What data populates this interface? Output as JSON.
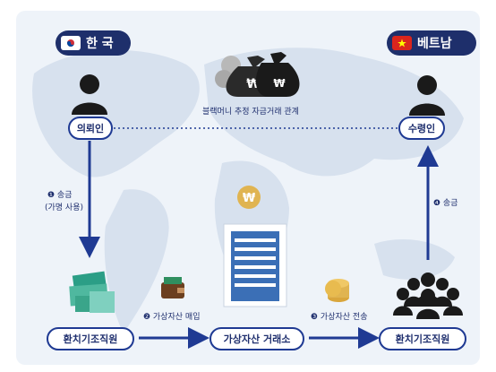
{
  "korea": {
    "label": "한 국"
  },
  "vietnam": {
    "label": "베트남"
  },
  "top_text": "블랙머니 추정 자금거래 관계",
  "requester": "의뢰인",
  "recipient": "수령인",
  "step1": {
    "line1": "❶ 송금",
    "line2": "(가명 사용)"
  },
  "step2": "❷ 가상자산 매입",
  "step3": "❸ 가상자산 전송",
  "step4": "❹ 송금",
  "agent_left": "환치기조직원",
  "exchange": "가상자산 거래소",
  "agent_right": "환치기조직원",
  "colors": {
    "accent": "#1f3a93",
    "navy": "#1e2f6b",
    "gold": "#e0b451",
    "green": "#3aa58a"
  }
}
